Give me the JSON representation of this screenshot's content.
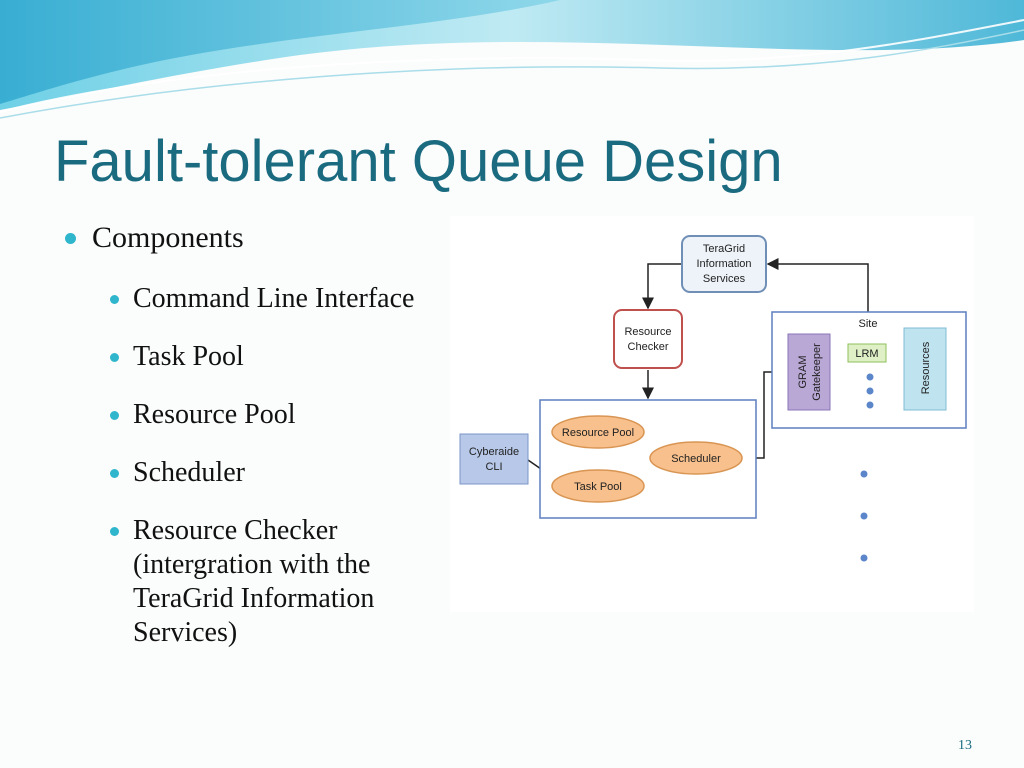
{
  "slide": {
    "title": "Fault-tolerant Queue Design",
    "page_number": "13",
    "bullets": {
      "heading": "Components",
      "items": [
        "Command Line Interface",
        "Task Pool",
        "Resource Pool",
        "Scheduler",
        "Resource Checker (intergration with the TeraGrid Information Services)"
      ]
    }
  },
  "diagram": {
    "teragrid_lines": [
      "TeraGrid",
      "Information",
      "Services"
    ],
    "resource_checker_lines": [
      "Resource",
      "Checker"
    ],
    "site_label": "Site",
    "gram_lines": [
      "GRAM",
      "Gatekeeper"
    ],
    "lrm_label": "LRM",
    "resources_label": "Resources",
    "cyberaide_lines": [
      "Cyberaide",
      "CLI"
    ],
    "resource_pool_label": "Resource Pool",
    "scheduler_label": "Scheduler",
    "task_pool_label": "Task Pool",
    "colors": {
      "teragrid_fill": "#eef3f9",
      "teragrid_stroke": "#6f8fb6",
      "checker_stroke": "#c0504d",
      "site_stroke": "#5b7fbf",
      "gram_fill": "#b9a7d6",
      "lrm_fill": "#dff0c6",
      "resources_fill": "#bfe3ef",
      "cyberaide_fill": "#b7c8e8",
      "oval_fill": "#f7c08c",
      "dot": "#5b86c9"
    }
  }
}
